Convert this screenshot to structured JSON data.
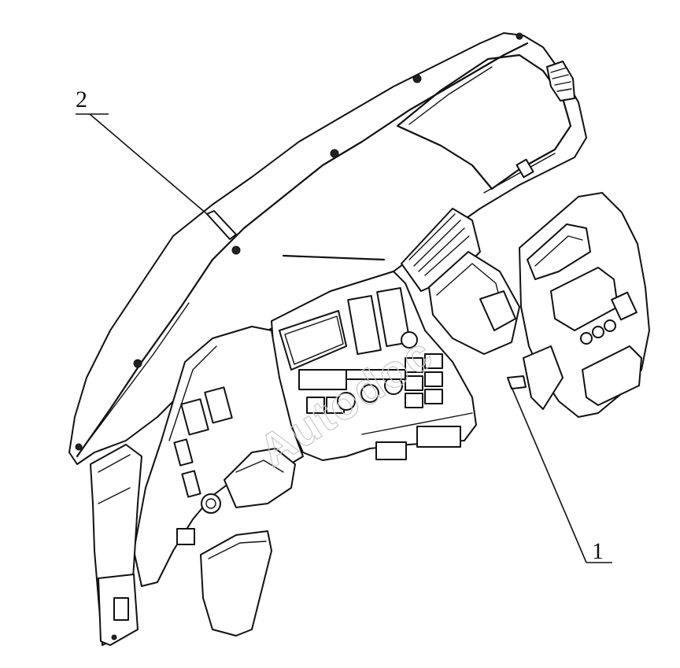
{
  "callouts": [
    {
      "id": "1",
      "label": "1"
    },
    {
      "id": "2",
      "label": "2"
    }
  ],
  "watermark": "Autodoc",
  "colors": {
    "line": "#111111",
    "background": "#ffffff",
    "watermark": "#c8c8c8"
  }
}
